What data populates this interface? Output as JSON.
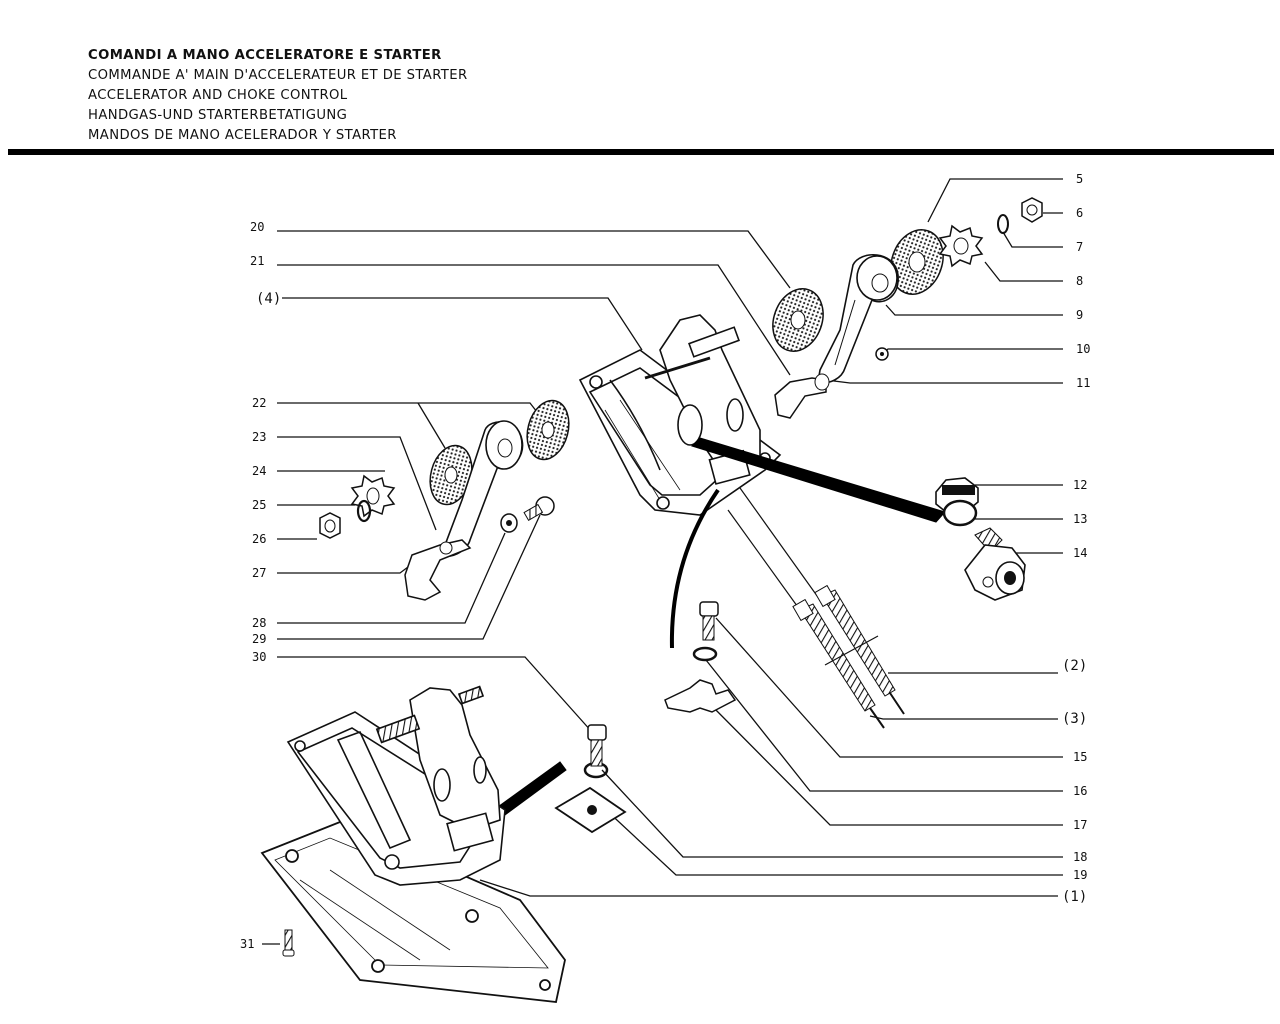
{
  "header": {
    "titles": [
      "COMANDI A MANO ACCELERATORE E STARTER",
      "COMMANDE A' MAIN D'ACCELERATEUR ET DE STARTER",
      "ACCELERATOR AND CHOKE CONTROL",
      "HANDGAS-UND STARTERBETATIGUNG",
      "MANDOS DE MANO ACELERADOR Y STARTER"
    ]
  },
  "diagram": {
    "callouts_right": [
      "5",
      "6",
      "7",
      "8",
      "9",
      "10",
      "11",
      "12",
      "13",
      "14",
      "(2)",
      "(3)",
      "15",
      "16",
      "17",
      "18",
      "19",
      "(1)"
    ],
    "callouts_left": [
      "20",
      "21",
      "(4)",
      "22",
      "23",
      "24",
      "25",
      "26",
      "27",
      "28",
      "29",
      "30",
      "31"
    ]
  }
}
